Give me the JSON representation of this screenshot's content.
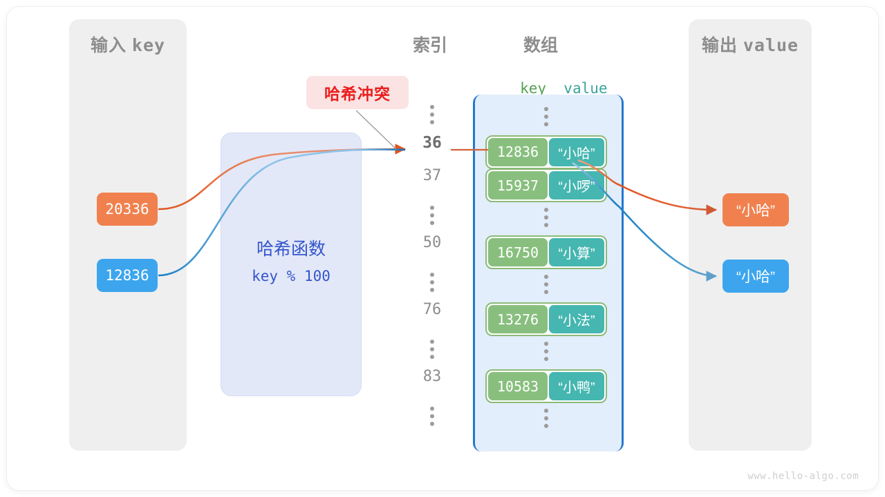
{
  "panels": {
    "input": {
      "title_cn": "输入",
      "title_mono": "key"
    },
    "output": {
      "title_cn": "输出",
      "title_mono": "value"
    }
  },
  "headings": {
    "index": "索引",
    "array": "数组",
    "key": "key",
    "value": "value",
    "kv_gap": "  "
  },
  "hash_function": {
    "name": "哈希函数",
    "expression": "key % 100"
  },
  "collision": {
    "label": "哈希冲突"
  },
  "input_keys": [
    {
      "value": "20336",
      "color": "#f0814f"
    },
    {
      "value": "12836",
      "color": "#3ca5ee"
    }
  ],
  "output_values": [
    {
      "value": "“小哈”",
      "color": "#f0814f"
    },
    {
      "value": "“小哈”",
      "color": "#3ca5ee"
    }
  ],
  "index_column": [
    {
      "type": "dots"
    },
    {
      "type": "index",
      "label": "36",
      "highlight": true
    },
    {
      "type": "index",
      "label": "37",
      "highlight": false
    },
    {
      "type": "dots"
    },
    {
      "type": "index",
      "label": "50",
      "highlight": false
    },
    {
      "type": "dots"
    },
    {
      "type": "index",
      "label": "76",
      "highlight": false
    },
    {
      "type": "dots"
    },
    {
      "type": "index",
      "label": "83",
      "highlight": false
    },
    {
      "type": "dots"
    }
  ],
  "array_rows": [
    {
      "type": "dots"
    },
    {
      "type": "cell",
      "key": "12836",
      "value": "“小哈”"
    },
    {
      "type": "cell",
      "key": "15937",
      "value": "“小啰”"
    },
    {
      "type": "dots"
    },
    {
      "type": "cell",
      "key": "16750",
      "value": "“小算”"
    },
    {
      "type": "dots"
    },
    {
      "type": "cell",
      "key": "13276",
      "value": "“小法”"
    },
    {
      "type": "dots"
    },
    {
      "type": "cell",
      "key": "10583",
      "value": "“小鸭”"
    },
    {
      "type": "dots"
    }
  ],
  "colors": {
    "key_cell": "#88bf7e",
    "value_cell": "#45b6b0",
    "array_bracket": "#2578cf",
    "array_fill": "#e2eefb",
    "hash_fill": "#e3e8f8",
    "hash_text": "#3355cc",
    "panel_fill": "#efefef",
    "panel_text": "#8d8d8d",
    "orange": "#f0814f",
    "orange_arrow": "#e0531f",
    "blue": "#3ca5ee",
    "blue_arrow": "#1a7fc4",
    "collision_bg": "#fbe3e3",
    "collision_text": "#ea1d1d",
    "dots": "#9b9b9b"
  },
  "watermark": "www.hello-algo.com"
}
